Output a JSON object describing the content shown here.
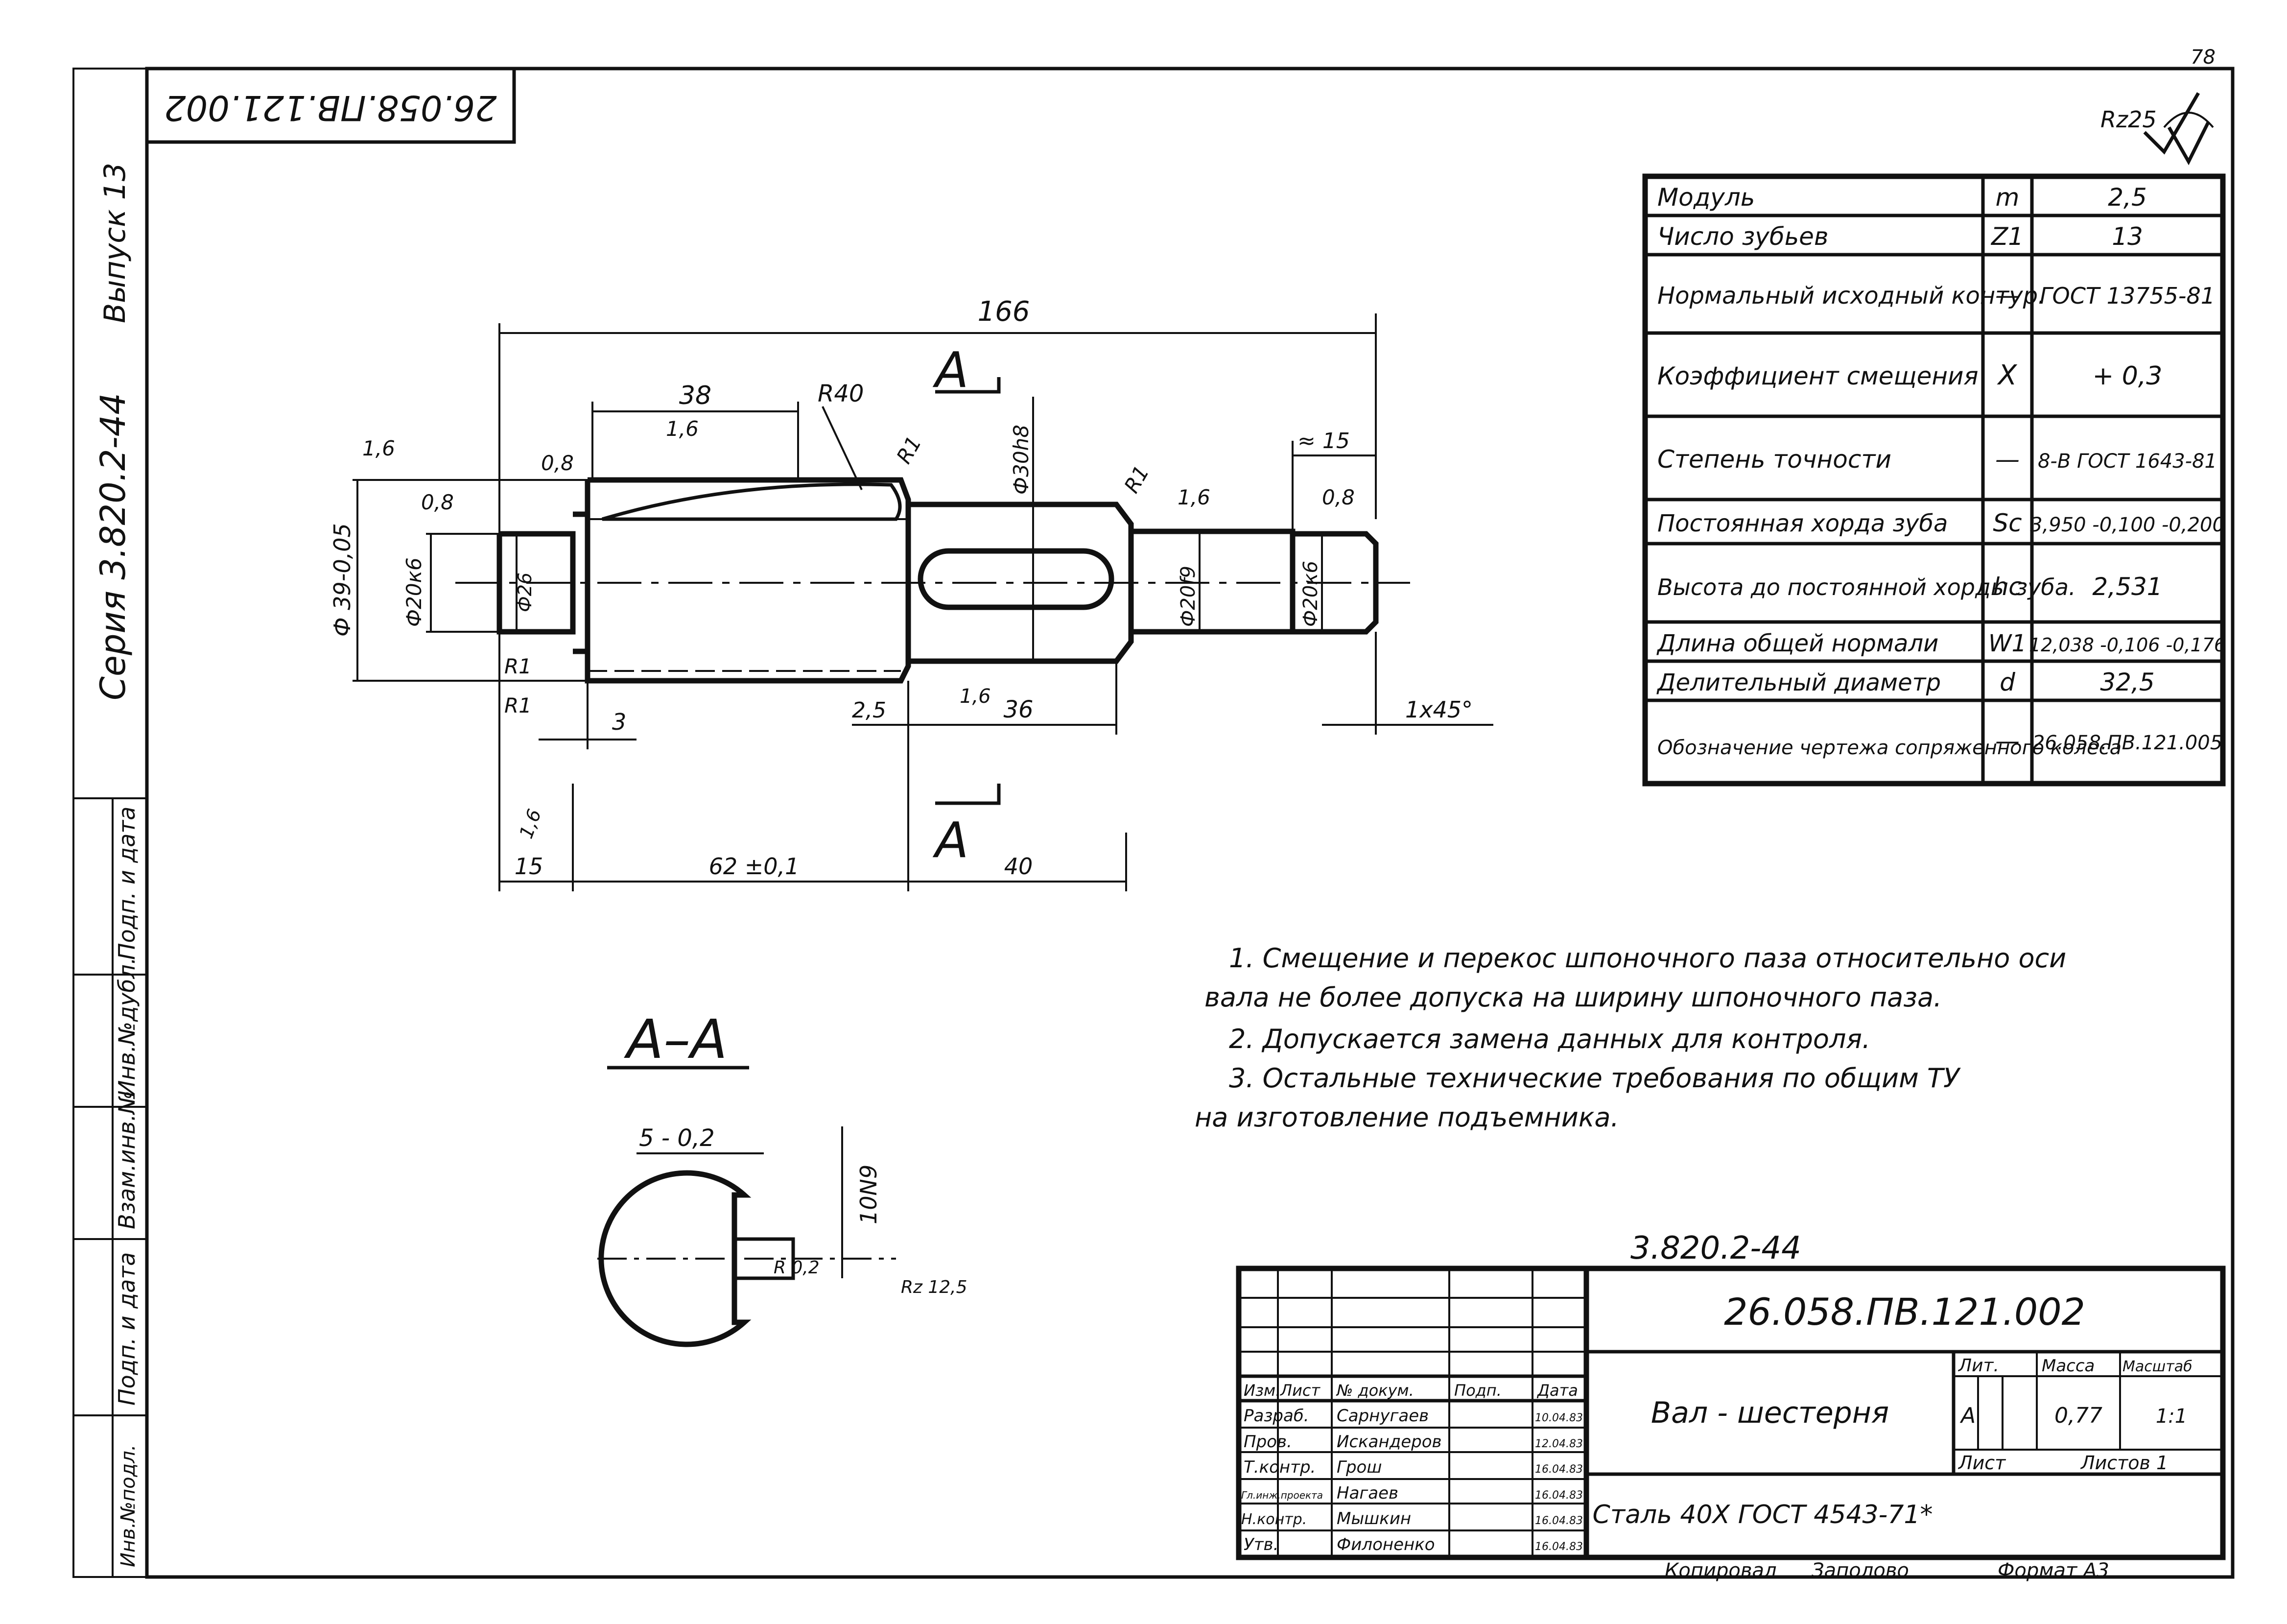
{
  "sheet": {
    "page_number": "78",
    "stamp_top": "26.058.ПВ.121.002",
    "roughness": "Rz25",
    "side_series": "Серия 3.820.2-44",
    "side_issue": "Выпуск 13",
    "side_cells": [
      "Подп. и дата",
      "Инв.№дубл.",
      "Взам.инв.№",
      "Подп. и дата",
      "Инв.№подл."
    ]
  },
  "params_table": {
    "rows": [
      {
        "label": "Модуль",
        "symbol": "m",
        "value": "2,5"
      },
      {
        "label": "Число зубьев",
        "symbol": "Z1",
        "value": "13"
      },
      {
        "label": "Нормальный исходный контур.",
        "symbol": "—",
        "value": "ГОСТ 13755-81"
      },
      {
        "label": "Коэффициент смещения",
        "symbol": "X",
        "value": "+ 0,3"
      },
      {
        "label": "Степень точности",
        "symbol": "—",
        "value": "8-В ГОСТ 1643-81"
      },
      {
        "label": "Постоянная хорда зуба",
        "symbol": "Sc",
        "value": "3,950 -0,100 -0,200"
      },
      {
        "label": "Высота до постоянной хорды зуба.",
        "symbol": "hc",
        "value": "2,531"
      },
      {
        "label": "Длина общей нормали",
        "symbol": "W1",
        "value": "12,038 -0,106 -0,176"
      },
      {
        "label": "Делительный диаметр",
        "symbol": "d",
        "value": "32,5"
      },
      {
        "label": "Обозначение чертежа сопряженного колеса",
        "symbol": "—",
        "value": "26.058.ПВ.121.005"
      }
    ]
  },
  "dimensions": {
    "overall": "166",
    "len_38": "38",
    "r40": "R40",
    "rough_16": "1,6",
    "rough_08": "0,8",
    "d39": "Ф 39-0,05",
    "d20k6": "Ф20к6",
    "d26": "Ф26",
    "r1": "R1",
    "d30h8": "Ф30h8",
    "d20f9": "Ф20f9",
    "approx15": "≈ 15",
    "len_3": "3",
    "len_25": "2,5",
    "len_36": "36",
    "chamfer": "1x45°",
    "len_15": "15",
    "len_62": "62 ±0,1",
    "len_40": "40",
    "section_mark": "А",
    "section_title": "А–А",
    "key_depth": "5 - 0,2",
    "key_width": "10N9",
    "r02": "R 0,2",
    "rz125": "Rz 12,5"
  },
  "notes": [
    "1. Смещение и перекос шпоночного паза относительно оси",
    "вала не более допуска на ширину шпоночного паза.",
    "2. Допускается замена данных для контроля.",
    "3. Остальные технические требования по общим ТУ",
    "на изготовление подъемника."
  ],
  "title_block": {
    "series_handwritten": "3.820.2-44",
    "designation": "26.058.ПВ.121.002",
    "part_name": "Вал - шестерня",
    "material": "Сталь 40Х ГОСТ 4543-71*",
    "lit_header": "Лит.",
    "mass_header": "Масса",
    "scale_header": "Масштаб",
    "lit_value": "А",
    "mass_value": "0,77",
    "scale_value": "1:1",
    "sheet_label": "Лист",
    "sheets_label": "Листов 1",
    "col_headers": [
      "Изм.",
      "Лист",
      "№ докум.",
      "Подп.",
      "Дата"
    ],
    "people": [
      {
        "role": "Разраб.",
        "name": "Сарнугаев",
        "date": "10.04.83"
      },
      {
        "role": "Пров.",
        "name": "Искандеров",
        "date": "12.04.83"
      },
      {
        "role": "Т.контр.",
        "name": "Грош",
        "date": "16.04.83"
      },
      {
        "role": "Гл.инж.проекта",
        "name": "Нагаев",
        "date": "16.04.83"
      },
      {
        "role": "Н.контр.",
        "name": "Мышкин",
        "date": "16.04.83"
      },
      {
        "role": "Утв.",
        "name": "Филоненко",
        "date": "16.04.83"
      }
    ],
    "footer": [
      "Копировал",
      "Заполово",
      "Формат А3"
    ]
  }
}
